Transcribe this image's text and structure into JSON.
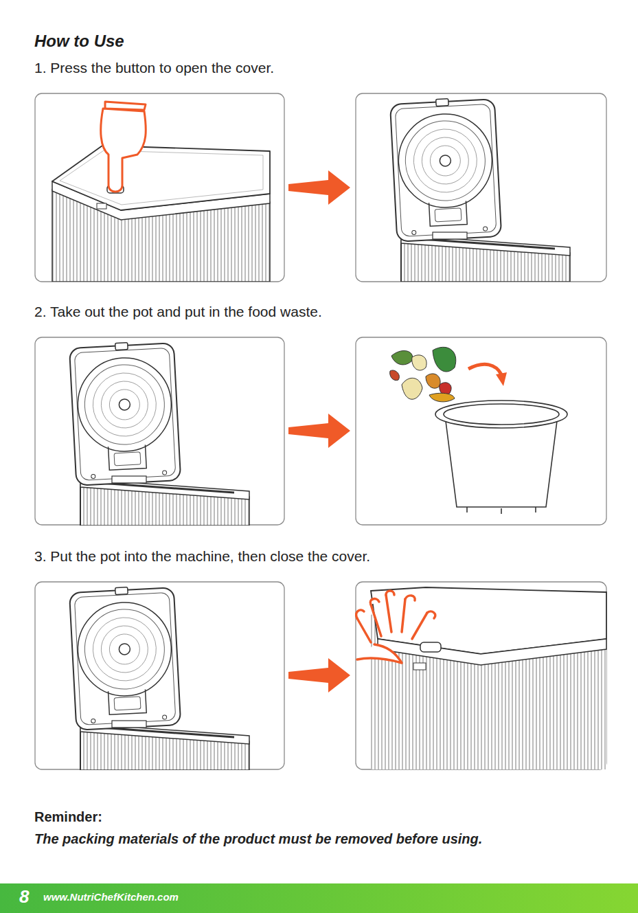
{
  "diagram": {
    "title": "How to Use",
    "labels": [
      "1. Press the button to open the cover.",
      "2. Take out the pot and put in the food waste.",
      "3. Put the pot into the machine, then close the cover.",
      "Reminder:",
      "The packing materials of the product must be removed before using.",
      "8",
      "www.NutriChefKitchen.com"
    ]
  }
}
